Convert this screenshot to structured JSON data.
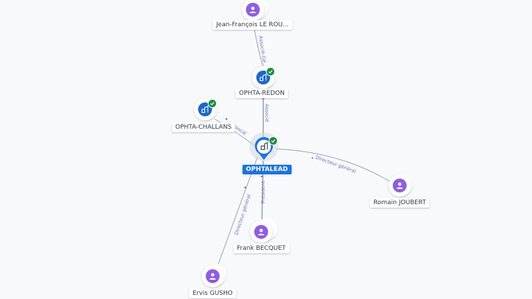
{
  "colors": {
    "person": "#8e5ce8",
    "company": "#1967d2",
    "main_company": "#1a73e8",
    "verified": "#1e8e3e",
    "edge": "#9aa3af",
    "edge_label": "#7a6fc9"
  },
  "nodes": {
    "jf_le_rou": {
      "label": "Jean-François LE ROU...",
      "icon": "person-icon"
    },
    "ophta_redon": {
      "label": "OPHTA-REDON",
      "icon": "building-icon",
      "verified": true
    },
    "ophta_challans": {
      "label": "OPHTA-CHALLANS",
      "icon": "building-icon",
      "verified": true
    },
    "ophtalead": {
      "label": "OPHTALEAD",
      "icon": "building-icon",
      "verified": true
    },
    "romain_joubert": {
      "label": "Romain JOUBERT",
      "icon": "person-icon"
    },
    "frank_becquet": {
      "label": "Frank BECQUET",
      "icon": "person-icon"
    },
    "ervis_gusho": {
      "label": "Ervis GUSHO",
      "icon": "person-icon"
    }
  },
  "edges": {
    "jf_redon": {
      "label": "Associé-Gé..."
    },
    "redon_main": {
      "label": "Associé"
    },
    "challans_main": {
      "label": "Associé"
    },
    "main_romain": {
      "label": "Directeur général"
    },
    "main_frank": {
      "label": "Président"
    },
    "main_ervis": {
      "label": "Directeur général"
    }
  }
}
